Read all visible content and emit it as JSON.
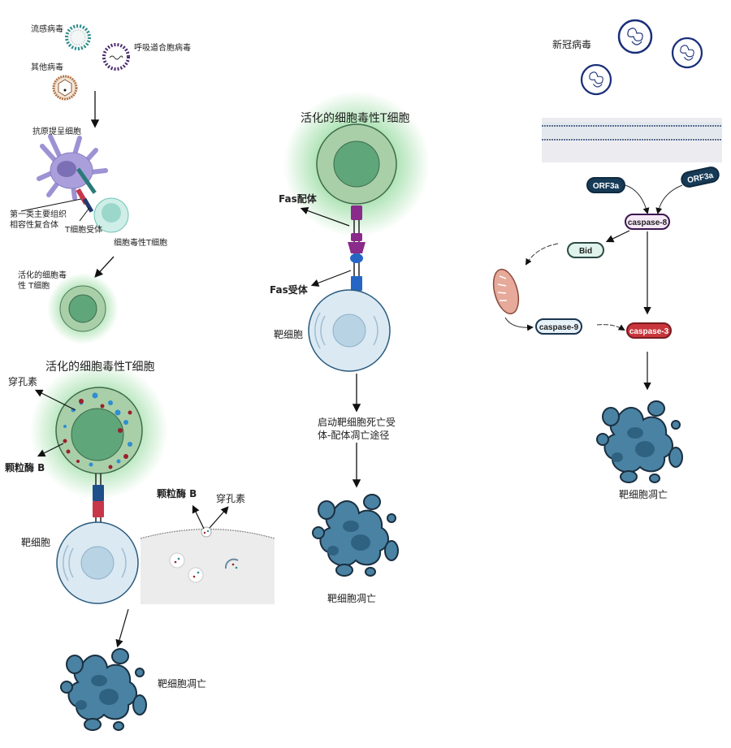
{
  "panel_left": {
    "viruses": {
      "influenza": "流感病毒",
      "rsv": "呼吸道合胞病毒",
      "other": "其他病毒"
    },
    "apc_label": "抗原提呈细胞",
    "mhc_label": "第一类主要组织\n相容性复合体",
    "tcr_label": "T细胞受体",
    "ctl_label": "细胞毒性T细胞",
    "activated_small_label": "活化的细胞毒\n性 T细胞",
    "activated_title": "活化的细胞毒性T细胞",
    "perforin_label": "穿孔素",
    "granzyme_label": "颗粒酶 B",
    "target_cell_label": "靶细胞",
    "zoom_granzyme_label": "颗粒酶 B",
    "zoom_perforin_label": "穿孔素",
    "apoptosis_label": "靶细胞凋亡"
  },
  "panel_middle": {
    "title": "活化的细胞毒性T细胞",
    "fas_ligand_label": "Fas配体",
    "fas_receptor_label": "Fas受体",
    "target_cell_label": "靶细胞",
    "pathway_label": "启动靶细胞死亡受\n体-配体凋亡途径",
    "apoptosis_label": "靶细胞凋亡"
  },
  "panel_right": {
    "virus_label": "新冠病毒",
    "orf3a_left": "ORF3a",
    "orf3a_right": "ORF3a",
    "caspase8": "caspase-8",
    "bid": "Bid",
    "caspase9": "caspase-9",
    "caspase3": "caspase-3",
    "apoptosis_label": "靶细胞凋亡"
  },
  "colors": {
    "tcell_outer": "#a9cfa9",
    "tcell_inner": "#5fa67a",
    "glow": "#7fd38a",
    "target_cell": "#dbe9f3",
    "apoptotic": "#4a7f9e",
    "apc": "#a69ad6",
    "sars_cov2": "#1a2f7a",
    "caspase3": "#c8363c",
    "orf3a": "#173b57"
  }
}
